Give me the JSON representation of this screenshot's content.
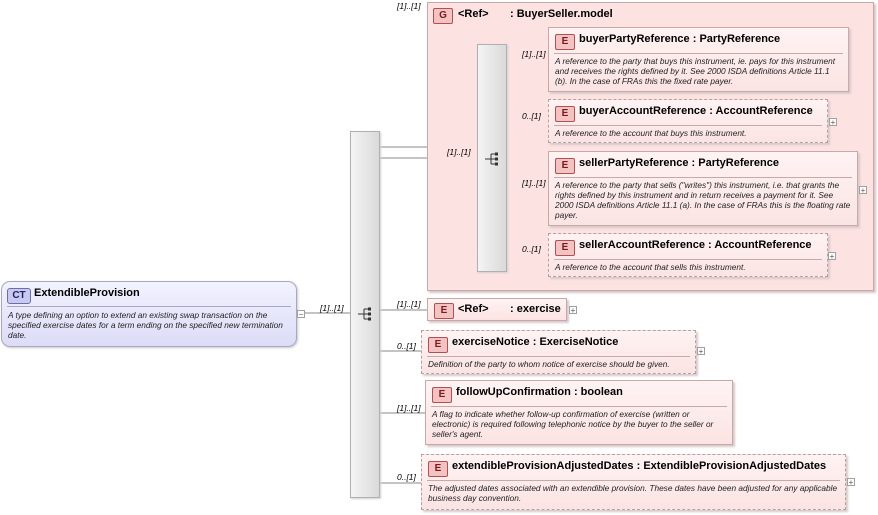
{
  "complex_type": {
    "badge": "CT",
    "name": "ExtendibleProvision",
    "description": "A type defining an option to extend an existing swap transaction on the specified exercise dates for a term ending on the specified new termination date."
  },
  "root_sequence_multiplicity": "[1]..[1]",
  "group": {
    "badge": "G",
    "ref_label": "<Ref>",
    "name": ": BuyerSeller.model",
    "multiplicity": "[1]..[1]",
    "inner_sequence_multiplicity": "[1]..[1]",
    "elements": [
      {
        "badge": "E",
        "name": "buyerPartyReference",
        "type": ": PartyReference",
        "multiplicity": "[1]..[1]",
        "description": "A reference to the party that buys this instrument, ie. pays for this instrument and receives the rights defined by it. See 2000 ISDA definitions Article 11.1 (b). In the case of FRAs this the fixed rate payer."
      },
      {
        "badge": "E",
        "name": "buyerAccountReference",
        "type": ": AccountReference",
        "multiplicity": "0..[1]",
        "description": "A reference to the account that buys this instrument."
      },
      {
        "badge": "E",
        "name": "sellerPartyReference",
        "type": ": PartyReference",
        "multiplicity": "[1]..[1]",
        "description": "A reference to the party that sells (\"writes\") this instrument, i.e. that grants the rights defined by this instrument and in return receives a payment for it. See 2000 ISDA definitions Article 11.1 (a). In the case of FRAs this is the floating rate payer."
      },
      {
        "badge": "E",
        "name": "sellerAccountReference",
        "type": ": AccountReference",
        "multiplicity": "0..[1]",
        "description": "A reference to the account that sells this instrument."
      }
    ]
  },
  "elements": [
    {
      "badge": "E",
      "ref_label": "<Ref>",
      "name": ": exercise",
      "multiplicity": "[1]..[1]",
      "description": ""
    },
    {
      "badge": "E",
      "name": "exerciseNotice",
      "type": ": ExerciseNotice",
      "multiplicity": "0..[1]",
      "description": "Definition of the party to whom notice of exercise should be given."
    },
    {
      "badge": "E",
      "name": "followUpConfirmation",
      "type": ": boolean",
      "multiplicity": "[1]..[1]",
      "description": "A flag to indicate whether follow-up confirmation of exercise (written or electronic) is required following telephonic notice by the buyer to the seller or seller's agent."
    },
    {
      "badge": "E",
      "name": "extendibleProvisionAdjustedDates",
      "type": ": ExtendibleProvisionAdjustedDates",
      "multiplicity": "0..[1]",
      "description": "The adjusted dates associated with an extendible provision. These dates have been adjusted for any applicable business day convention."
    }
  ],
  "expand_glyph": "+",
  "collapse_glyph": "−"
}
